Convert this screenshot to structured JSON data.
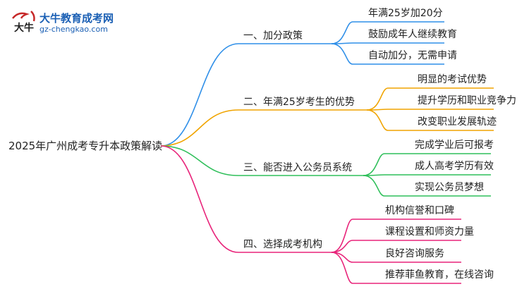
{
  "logo": {
    "mark": "大牛",
    "title": "大牛教育成考网",
    "url": "gz-chengkao.com"
  },
  "mindmap": {
    "root": "2025年广州成考专升本政策解读",
    "branches": [
      {
        "label": "一、加分政策",
        "color": "#2f8fe8",
        "children": [
          "年满25岁加20分",
          "鼓励成年人继续教育",
          "自动加分，无需申请"
        ]
      },
      {
        "label": "二、年满25岁考生的优势",
        "color": "#f0a400",
        "children": [
          "明显的考试优势",
          "提升学历和职业竞争力",
          "改变职业发展轨迹"
        ]
      },
      {
        "label": "三、能否进入公务员系统",
        "color": "#2fbf5a",
        "children": [
          "完成学业后可报考",
          "成人高考学历有效",
          "实现公务员梦想"
        ]
      },
      {
        "label": "四、选择成考机构",
        "color": "#e8247a",
        "children": [
          "机构信誉和口碑",
          "课程设置和师资力量",
          "良好咨询服务",
          "推荐菲鱼教育，在线咨询"
        ]
      }
    ]
  }
}
